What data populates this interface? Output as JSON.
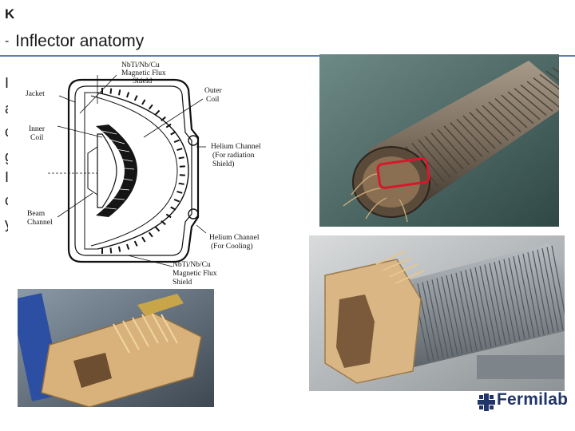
{
  "header": {
    "corner_letter": "K",
    "bullet": "-",
    "title": "Inflector anatomy"
  },
  "hidden_text_letters": [
    "I",
    "a",
    "c",
    "g",
    "I",
    "c",
    "y"
  ],
  "diagram": {
    "labels": {
      "flux_shield_top": [
        "NbTi/Nb/Cu",
        "Magnetic Flux",
        "Shield"
      ],
      "jacket": "Jacket",
      "outer_coil": [
        "Outer",
        "Coil"
      ],
      "inner_coil": [
        "Inner",
        "Coil"
      ],
      "helium_radiation": [
        "Helium Channel",
        "(For radiation",
        "Shield)"
      ],
      "beam_channel": [
        "Beam",
        "Channel"
      ],
      "helium_cooling": [
        "Helium Channel",
        "(For Cooling)"
      ],
      "flux_shield_bottom": [
        "NbTi/Nb/Cu",
        "Magnetic Flux",
        "Shield"
      ]
    }
  },
  "photos": {
    "top_right": "coil-cable-bundle-photo",
    "bottom_right": "inflector-prototype-photo",
    "bottom_left": "inflector-clamped-photo"
  },
  "logo": {
    "text": "Fermilab"
  },
  "colors": {
    "rule": "#5a7fb0",
    "logo": "#22356a",
    "highlight": "#d8182a"
  }
}
